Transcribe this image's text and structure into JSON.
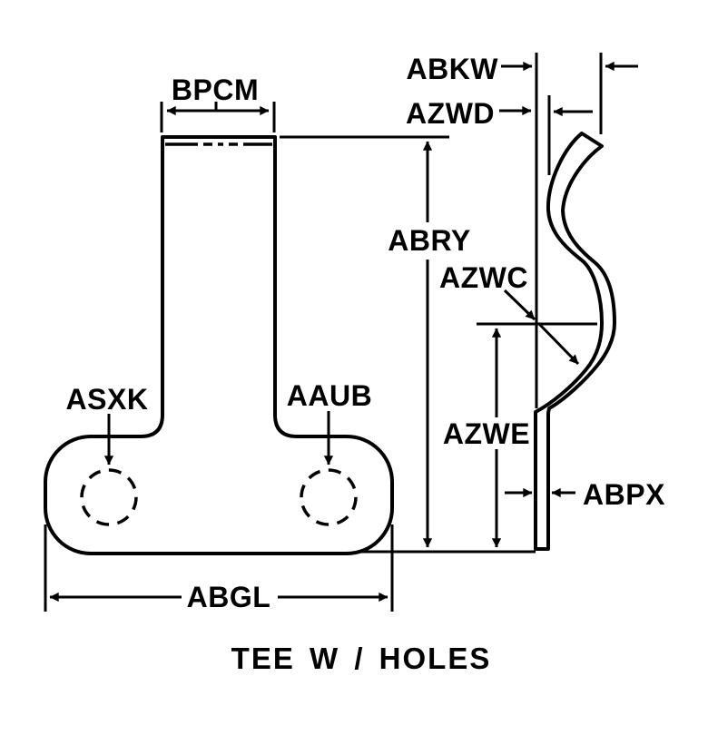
{
  "drawing": {
    "title": "TEE W / HOLES",
    "ink_color": "#000000",
    "background_color": "#ffffff",
    "labels": {
      "bpcm": "BPCM",
      "abkw": "ABKW",
      "azwd": "AZWD",
      "abry": "ABRY",
      "azwc": "AZWC",
      "asxk": "ASXK",
      "aaub": "AAUB",
      "azwe": "AZWE",
      "abpx": "ABPX",
      "abgl": "ABGL"
    }
  }
}
